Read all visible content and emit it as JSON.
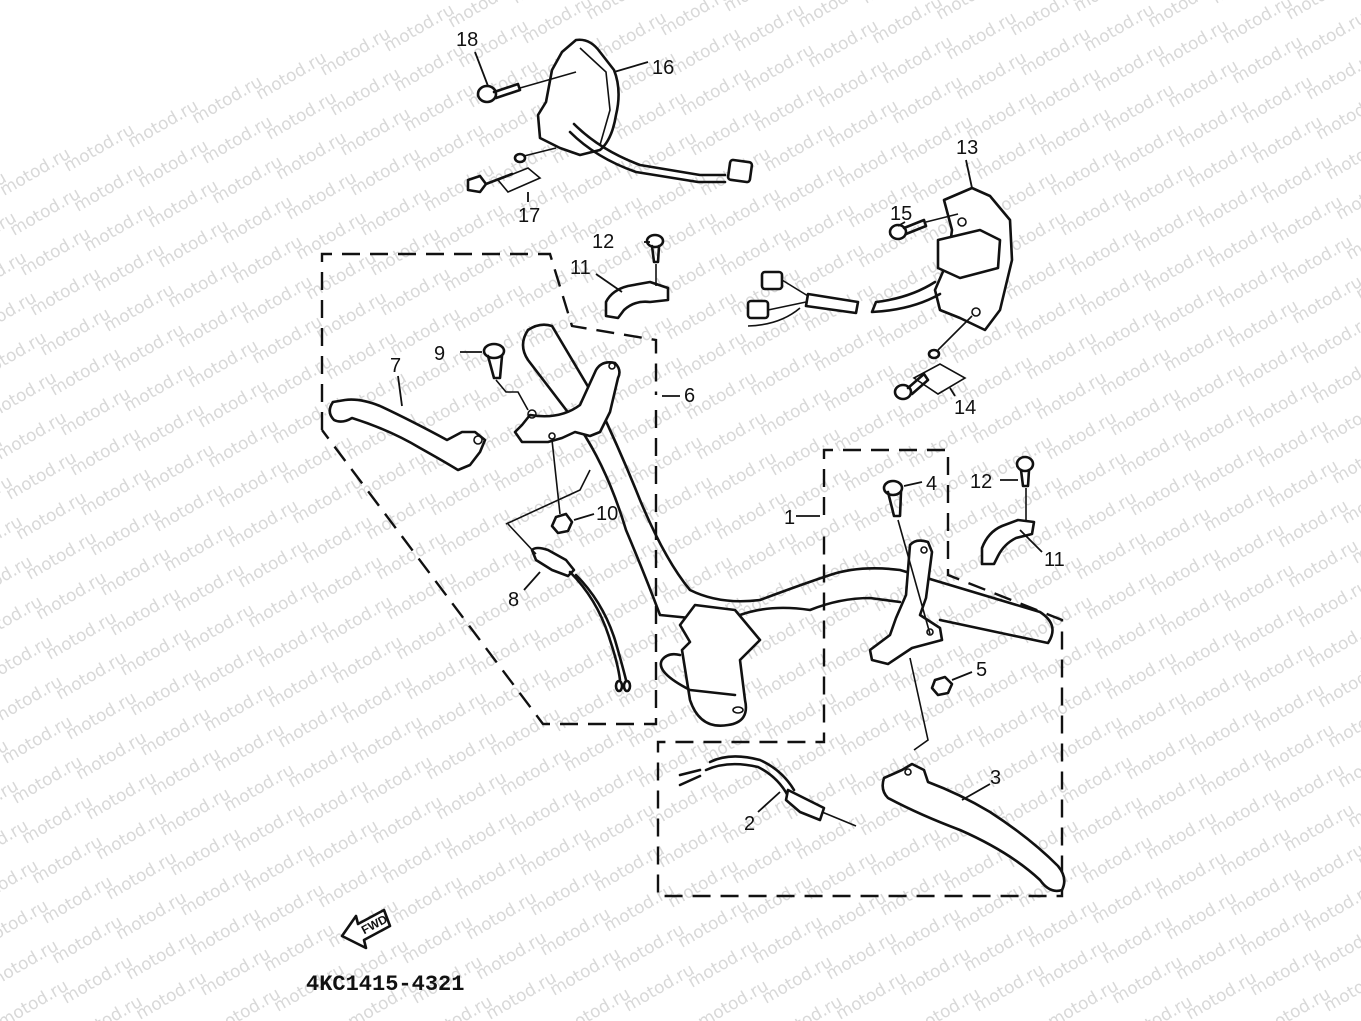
{
  "diagram": {
    "title": "Handlebar & Cable Assembly",
    "watermark": "motod.ru",
    "part_code": "4KC1415-4321",
    "direction_badge": "FWD",
    "callouts": [
      {
        "id": "1",
        "label": "1",
        "part": "master-cylinder-assembly-group"
      },
      {
        "id": "2",
        "label": "2",
        "part": "front-brake-switch"
      },
      {
        "id": "3",
        "label": "3",
        "part": "brake-lever"
      },
      {
        "id": "4",
        "label": "4",
        "part": "lever-pivot-bolt-right"
      },
      {
        "id": "5",
        "label": "5",
        "part": "nut-right"
      },
      {
        "id": "6",
        "label": "6",
        "part": "lever-holder-assembly-group"
      },
      {
        "id": "7",
        "label": "7",
        "part": "rear-brake-lever"
      },
      {
        "id": "8",
        "label": "8",
        "part": "rear-brake-switch"
      },
      {
        "id": "9",
        "label": "9",
        "part": "lever-pivot-bolt-left"
      },
      {
        "id": "10",
        "label": "10",
        "part": "nut-left"
      },
      {
        "id": "11a",
        "label": "11",
        "part": "holder-clamp-left"
      },
      {
        "id": "11b",
        "label": "11",
        "part": "holder-clamp-right"
      },
      {
        "id": "12a",
        "label": "12",
        "part": "clamp-screw-left"
      },
      {
        "id": "12b",
        "label": "12",
        "part": "clamp-screw-right"
      },
      {
        "id": "13",
        "label": "13",
        "part": "handlebar-switch-right"
      },
      {
        "id": "14",
        "label": "14",
        "part": "screw-washer-set-right"
      },
      {
        "id": "15",
        "label": "15",
        "part": "switch-screw-right"
      },
      {
        "id": "16",
        "label": "16",
        "part": "handlebar-switch-left"
      },
      {
        "id": "17",
        "label": "17",
        "part": "screw-washer-set-left"
      },
      {
        "id": "18",
        "label": "18",
        "part": "switch-screw-left"
      }
    ]
  }
}
